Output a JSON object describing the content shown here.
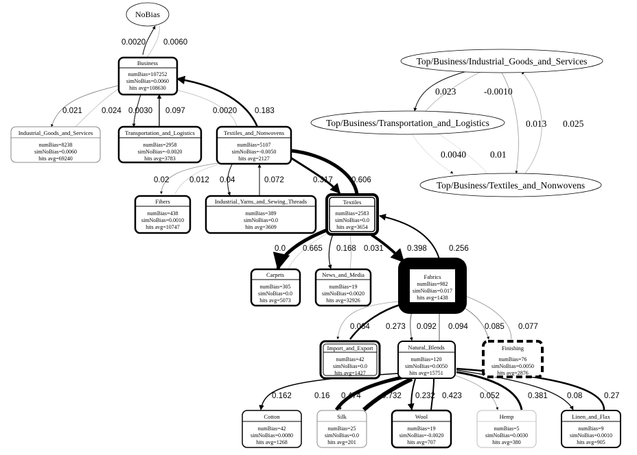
{
  "root": {
    "label": "NoBias"
  },
  "nodes": {
    "business": {
      "title": "Business",
      "numBias": "numBias=107252",
      "simNoBias": "simNoBias=0.0060",
      "hits": "hits avg=108630"
    },
    "industrial": {
      "title": "Industrial_Goods_and_Services",
      "numBias": "numBias=8238",
      "simNoBias": "simNoBias=0.0060",
      "hits": "hits avg=69240"
    },
    "transport": {
      "title": "Transportation_and_Logistics",
      "numBias": "numBias=2958",
      "simNoBias": "simNoBias=-0.0020",
      "hits": "hits avg=3783"
    },
    "textiles_nonwovens": {
      "title": "Textiles_and_Nonwovens",
      "numBias": "numBias=5107",
      "simNoBias": "simNoBias=-0.0050",
      "hits": "hits avg=2127"
    },
    "fibers": {
      "title": "Fibers",
      "numBias": "numBias=438",
      "simNoBias": "simNoBias=0.0010",
      "hits": "hits avg=10747"
    },
    "yarns": {
      "title": "Industrial_Yarns_and_Sewing_Threads",
      "numBias": "numBias=389",
      "simNoBias": "simNoBias=0.0",
      "hits": "hits avg=3609"
    },
    "textiles": {
      "title": "Textiles",
      "numBias": "numBias=2583",
      "simNoBias": "simNoBias=0.0",
      "hits": "hits avg=3654"
    },
    "carpets": {
      "title": "Carpets",
      "numBias": "numBias=305",
      "simNoBias": "simNoBias=0.0",
      "hits": "hits avg=5073"
    },
    "news": {
      "title": "News_and_Media",
      "numBias": "numBias=19",
      "simNoBias": "simNoBias=0.0020",
      "hits": "hits avg=32926"
    },
    "fabrics": {
      "title": "Fabrics",
      "numBias": "numBias=982",
      "simNoBias": "simNoBias=0.017",
      "hits": "hits avg=1438"
    },
    "import": {
      "title": "Import_and_Export",
      "numBias": "numBias=42",
      "simNoBias": "simNoBias=0.0",
      "hits": "hits avg=1427"
    },
    "natural": {
      "title": "Natural_Blends",
      "numBias": "numBias=120",
      "simNoBias": "simNoBias=0.0050",
      "hits": "hits avg=15751"
    },
    "finishing": {
      "title": "Finishing",
      "numBias": "numBias=76",
      "simNoBias": "simNoBias=0.0050",
      "hits": "hits avg=2876"
    },
    "cotton": {
      "title": "Cotton",
      "numBias": "numBias=42",
      "simNoBias": "simNoBias=0.0080",
      "hits": "hits avg=1268"
    },
    "silk": {
      "title": "Silk",
      "numBias": "numBias=25",
      "simNoBias": "simNoBias=0.0",
      "hits": "hits avg=201"
    },
    "wool": {
      "title": "Wool",
      "numBias": "numBias=19",
      "simNoBias": "simNoBias=-0.0020",
      "hits": "hits avg=707"
    },
    "hemp": {
      "title": "Hemp",
      "numBias": "numBias=5",
      "simNoBias": "simNoBias=0.0030",
      "hits": "hits avg=380"
    },
    "linen": {
      "title": "Linen_and_Flax",
      "numBias": "numBias=9",
      "simNoBias": "simNoBias=0.0010",
      "hits": "hits avg=905"
    }
  },
  "edge_labels": {
    "nobias_business_a": "0.0020",
    "nobias_business_b": "0.0060",
    "business_industrial_a": "0.021",
    "business_industrial_b": "0.024",
    "business_transport_a": "0.0030",
    "business_transport_b": "0.097",
    "business_textiles_a": "0.0020",
    "business_textiles_b": "0.183",
    "tn_fibers_a": "0.02",
    "tn_fibers_b": "0.012",
    "tn_yarns_a": "0.04",
    "tn_yarns_b": "0.072",
    "tn_textiles_a": "0.317",
    "tn_textiles_b": "0.606",
    "tex_carpets_a": "0.0",
    "tex_carpets_b": "0.665",
    "tex_news_a": "0.168",
    "tex_news_b": "0.031",
    "tex_fabrics_a": "0.398",
    "tex_fabrics_b": "0.256",
    "fab_import_a": "0.064",
    "fab_import_b": "0.273",
    "fab_natural_a": "0.092",
    "fab_natural_b": "0.094",
    "fab_finishing_a": "0.085",
    "fab_finishing_b": "0.077",
    "nat_cotton": "0.162",
    "nat_silk_a": "0.16",
    "nat_silk_b": "0.474",
    "nat_wool_a": "0.732",
    "nat_wool_b": "0.232",
    "nat_wool_c": "0.423",
    "nat_hemp_a": "0.052",
    "nat_hemp_b": "0.381",
    "nat_linen_a": "0.08",
    "nat_linen_b": "0.27"
  },
  "side_graph": {
    "industrial": "Top/Business/Industrial_Goods_and_Services",
    "transport": "Top/Business/Transportation_and_Logistics",
    "textiles": "Top/Business/Textiles_and_Nonwovens",
    "labels": {
      "ind_trans_a": "0.023",
      "ind_trans_b": "-0.0010",
      "ind_tex_a": "0.013",
      "ind_tex_b": "0.025",
      "trans_tex_a": "0.0040",
      "trans_tex_b": "0.01"
    }
  }
}
